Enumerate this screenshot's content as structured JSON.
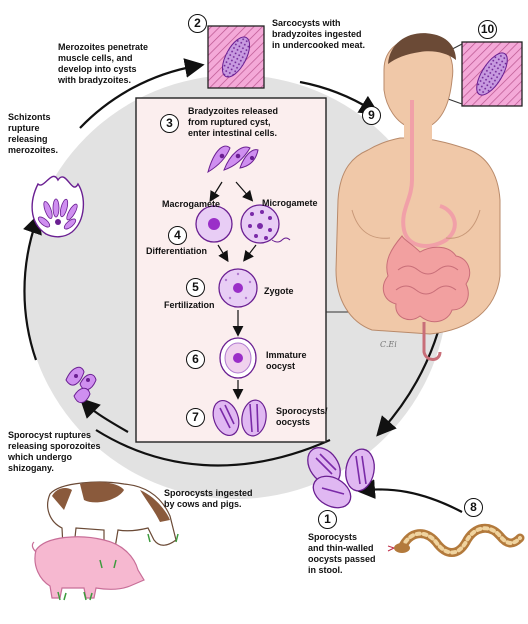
{
  "steps": [
    {
      "number": "1",
      "text": "Sporocysts\nand thin-walled\noocysts passed\nin stool."
    },
    {
      "number": "2",
      "text": "Sarcocysts with\nbradyzoites ingested\nin undercooked meat."
    },
    {
      "number": "3",
      "text": "Bradyzoites released\nfrom ruptured cyst,\nenter intestinal cells."
    },
    {
      "number": "4",
      "text": "Differentiation"
    },
    {
      "number": "5",
      "text": "Fertilization"
    },
    {
      "number": "6",
      "text": "Immature\noocyst"
    },
    {
      "number": "7",
      "text": "Sporocysts/\noocysts"
    },
    {
      "number": "8",
      "text": ""
    },
    {
      "number": "9",
      "text": ""
    },
    {
      "number": "10",
      "text": ""
    }
  ],
  "labels": {
    "merozoites": "Merozoites penetrate\nmuscle cells, and\ndevelop into cysts\nwith bradyzoites.",
    "schizonts": "Schizonts\nrupture\nreleasing\nmerozoites.",
    "sporocyst_ruptures": "Sporocyst ruptures\nreleasing sporozoites\nwhich undergo\nshizogany.",
    "sporocysts_ingested": "Sporocysts ingested\nby cows and pigs.",
    "macrogamete": "Macrogamete",
    "microgamete": "Microgamete",
    "zygote": "Zygote"
  },
  "signature": "C.Ei",
  "colors": {
    "cycle_fill": "#e2e2e2",
    "panel_fill": "#fbeeee",
    "parasite_purple": "#8e2fb8",
    "cyst_pink": "#f2a6d6",
    "skin": "#f0c8a8",
    "intestine": "#f2a0a0"
  }
}
